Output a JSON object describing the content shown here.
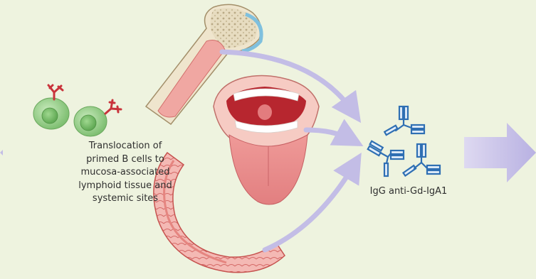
{
  "labels": {
    "cells_caption": [
      "Translocation of",
      "primed B cells to",
      "mucosa-associated",
      "lymphoid tissue and",
      "systemic sites"
    ],
    "antibody_caption": "IgG anti-Gd-IgA1"
  },
  "colors": {
    "background": "#eef3df",
    "arrow": "#c3bde6",
    "b_cell": "#9bd18e",
    "antibody_red": "#d7343c",
    "antibody_blue": "#2f6fb3",
    "tissue_pink": "#f0a7a2",
    "bone": "#efe5cd"
  },
  "icons": {
    "b_cell": "b-cell-icon",
    "antibody_red": "iga-antibody-icon",
    "antibody_blue": "igg-antibody-icon",
    "bone": "bone-marrow-icon",
    "mouth": "tonsils-mouth-icon",
    "intestine": "intestine-icon"
  }
}
